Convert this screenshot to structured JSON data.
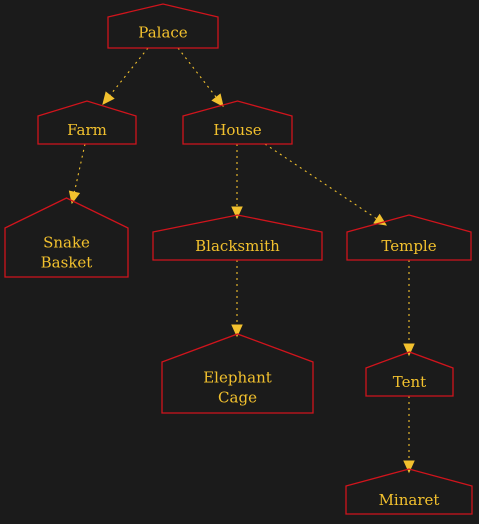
{
  "diagram": {
    "nodes": [
      {
        "id": "palace",
        "lines": [
          "Palace"
        ]
      },
      {
        "id": "farm",
        "lines": [
          "Farm"
        ]
      },
      {
        "id": "house",
        "lines": [
          "House"
        ]
      },
      {
        "id": "snake-basket",
        "lines": [
          "Snake",
          "Basket"
        ]
      },
      {
        "id": "blacksmith",
        "lines": [
          "Blacksmith"
        ]
      },
      {
        "id": "temple",
        "lines": [
          "Temple"
        ]
      },
      {
        "id": "elephant-cage",
        "lines": [
          "Elephant",
          "Cage"
        ]
      },
      {
        "id": "tent",
        "lines": [
          "Tent"
        ]
      },
      {
        "id": "minaret",
        "lines": [
          "Minaret"
        ]
      }
    ],
    "edges": [
      {
        "from": "palace",
        "to": "farm"
      },
      {
        "from": "palace",
        "to": "house"
      },
      {
        "from": "farm",
        "to": "snake-basket"
      },
      {
        "from": "house",
        "to": "blacksmith"
      },
      {
        "from": "house",
        "to": "temple"
      },
      {
        "from": "blacksmith",
        "to": "elephant-cage"
      },
      {
        "from": "temple",
        "to": "tent"
      },
      {
        "from": "tent",
        "to": "minaret"
      }
    ],
    "colors": {
      "node_border": "#d0141c",
      "text": "#f2c12e",
      "edge": "#f2c12e",
      "background": "#1b1b1b"
    }
  }
}
